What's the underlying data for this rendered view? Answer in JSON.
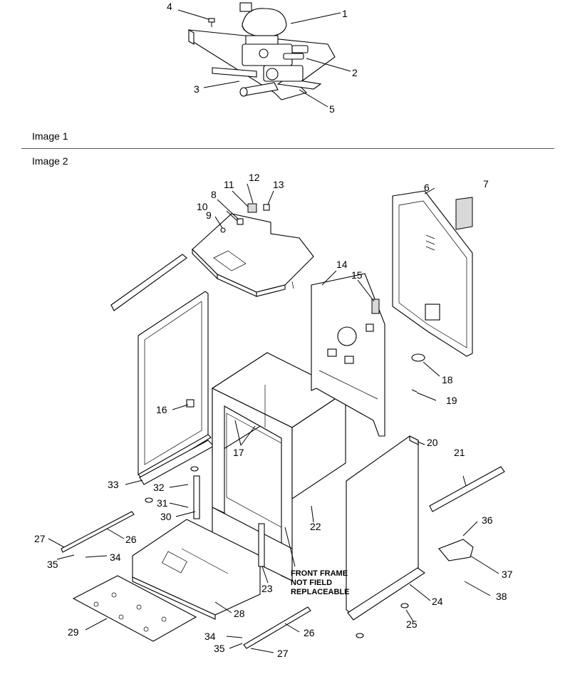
{
  "image1": {
    "caption": "Image 1"
  },
  "image2": {
    "caption": "Image 2"
  },
  "note": {
    "lines": [
      "FRONT FRAME",
      "NOT FIELD",
      "REPLACEABLE"
    ]
  },
  "callouts": [
    "1",
    "2",
    "3",
    "4",
    "5",
    "6",
    "7",
    "8",
    "9",
    "10",
    "11",
    "12",
    "13",
    "14",
    "15",
    "16",
    "17",
    "18",
    "19",
    "20",
    "21",
    "22",
    "23",
    "24",
    "25",
    "26",
    "27",
    "28",
    "29",
    "30",
    "31",
    "32",
    "33",
    "34",
    "35",
    "36",
    "37",
    "38",
    "26",
    "27",
    "34",
    "35"
  ]
}
